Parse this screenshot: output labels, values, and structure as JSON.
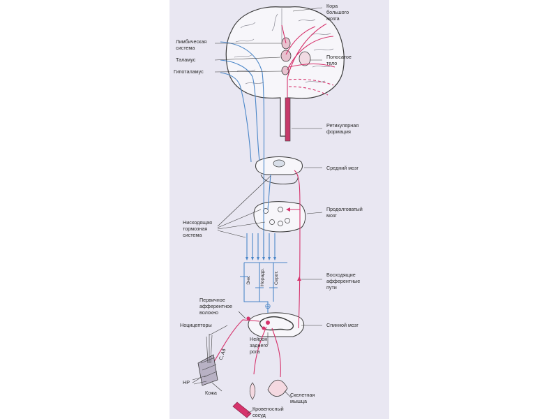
{
  "labels": {
    "cortex_1": "Кора",
    "cortex_2": "большого",
    "cortex_3": "мозга",
    "limbic_1": "Лимбическая",
    "limbic_2": "система",
    "thalamus": "Таламус",
    "hypothalamus": "Гипоталамус",
    "striatum_1": "Полосатое",
    "striatum_2": "тело",
    "reticular_1": "Ретикулярная",
    "reticular_2": "формация",
    "midbrain": "Средний мозг",
    "medulla_1": "Продолговатый",
    "medulla_2": "мозг",
    "inhibitory_1": "Нисходящая",
    "inhibitory_2": "тормозная",
    "inhibitory_3": "система",
    "enk": "Энк.",
    "noradr": "Норадр.",
    "serot": "Серот.",
    "ascending_1": "Восходящие",
    "ascending_2": "афферентные",
    "ascending_3": "пути",
    "primary_1": "Первичное",
    "primary_2": "афферентное",
    "primary_3": "волокно",
    "nociceptors": "Ноцицепторы",
    "dorsal_1": "Нейрон",
    "dorsal_2": "заднего",
    "dorsal_3": "рога",
    "fiber_types": "C, Aδ",
    "spinal_cord": "Спинной мозг",
    "hp": "НР",
    "skin": "Кожа",
    "muscle_1": "Скелетная",
    "muscle_2": "мышца",
    "vessel_1": "Кровеносный",
    "vessel_2": "сосуд",
    "minus_sign": "⊖"
  },
  "colors": {
    "page_background": "#e9e7f2",
    "ascending_pathway": "#d6336c",
    "descending_pathway": "#4a86c8",
    "outline": "#3a3a3a",
    "brain_fill": "#f7f6fa"
  }
}
